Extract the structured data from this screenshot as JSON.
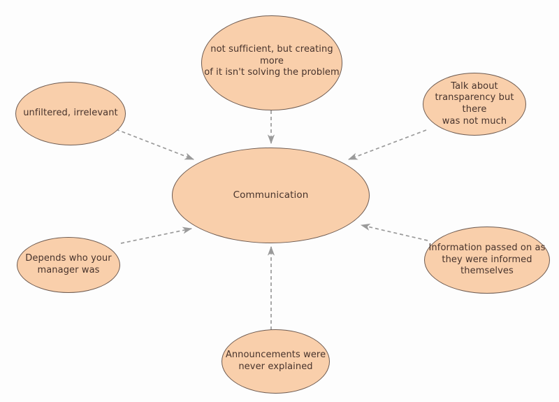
{
  "diagram": {
    "title": "Communication",
    "type": "mind-map",
    "background_color": "#fdfdfd",
    "node_fill_color": "#f9cfab",
    "node_border_color": "#6d5a50",
    "node_text_color": "#47332c",
    "edge_color": "#9a9a9a",
    "edge_style": "dashed",
    "arrow_direction": "satellites-point-to-center",
    "central_node": {
      "id": "communication",
      "label": "Communication"
    },
    "satellite_nodes": [
      {
        "id": "top",
        "label": "not sufficient, but creating more\nof it isn't solving the problem"
      },
      {
        "id": "left-upper",
        "label": "unfiltered, irrelevant"
      },
      {
        "id": "right-upper",
        "label": "Talk about\ntransparency but there\nwas not much"
      },
      {
        "id": "left-lower",
        "label": "Depends who your\nmanager was"
      },
      {
        "id": "right-lower",
        "label": "Information passed on as\nthey were informed\nthemselves"
      },
      {
        "id": "bottom",
        "label": "Announcements were\nnever explained"
      }
    ]
  }
}
